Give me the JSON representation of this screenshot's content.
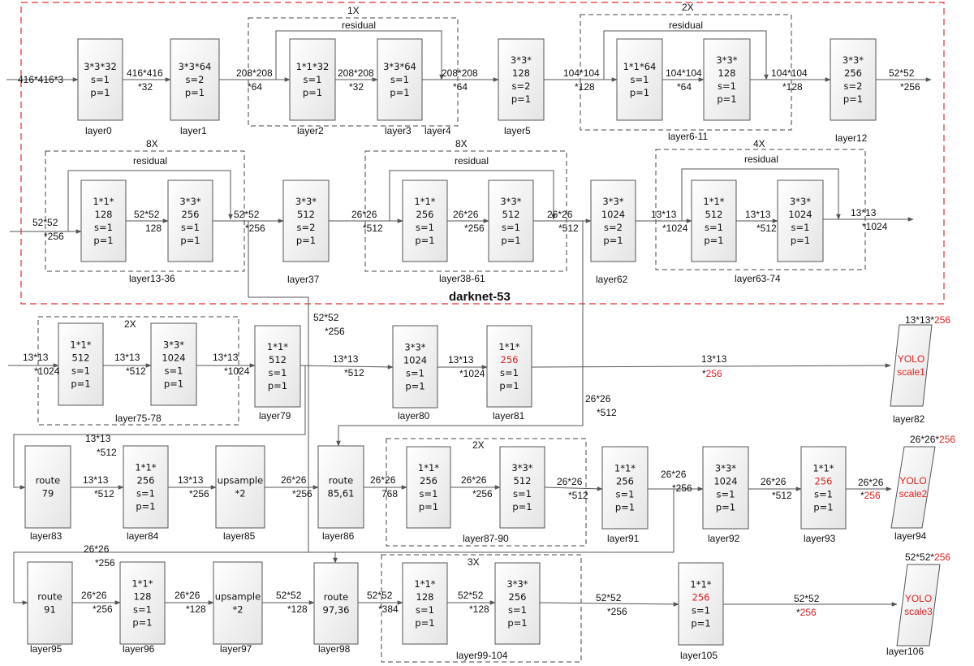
{
  "diagram_title": "darknet-53",
  "blocks": {
    "b0": [
      "3*3*32",
      "s=1",
      "p=1"
    ],
    "b1": [
      "3*3*64",
      "s=2",
      "p=1"
    ],
    "b2": [
      "1*1*32",
      "s=1",
      "p=1"
    ],
    "b3": [
      "3*3*64",
      "s=1",
      "p=1"
    ],
    "b5": [
      "3*3*",
      "128",
      "s=2",
      "p=1"
    ],
    "b6": [
      "1*1*64",
      "s=1",
      "p=1"
    ],
    "b7": [
      "3*3*",
      "128",
      "s=1",
      "p=1"
    ],
    "b12": [
      "3*3*",
      "256",
      "s=2",
      "p=1"
    ],
    "b13": [
      "1*1*",
      "128",
      "s=1",
      "p=1"
    ],
    "b14": [
      "3*3*",
      "256",
      "s=1",
      "p=1"
    ],
    "b37": [
      "3*3*",
      "512",
      "s=2",
      "p=1"
    ],
    "b38": [
      "1*1*",
      "256",
      "s=1",
      "p=1"
    ],
    "b39": [
      "3*3*",
      "512",
      "s=1",
      "p=1"
    ],
    "b62": [
      "3*3*",
      "1024",
      "s=2",
      "p=1"
    ],
    "b63": [
      "1*1*",
      "512",
      "s=1",
      "p=1"
    ],
    "b64": [
      "3*3*",
      "1024",
      "s=1",
      "p=1"
    ],
    "b75": [
      "1*1*",
      "512",
      "s=1",
      "p=1"
    ],
    "b76": [
      "3*3*",
      "1024",
      "s=1",
      "p=1"
    ],
    "b79": [
      "1*1*",
      "512",
      "s=1",
      "p=1"
    ],
    "b80": [
      "3*3*",
      "1024",
      "s=1",
      "p=1"
    ],
    "b81": [
      "1*1*",
      "256",
      "s=1",
      "p=1"
    ],
    "b83": [
      "route",
      "79"
    ],
    "b84": [
      "1*1*",
      "256",
      "s=1",
      "p=1"
    ],
    "b85": [
      "upsample",
      "*2"
    ],
    "b86": [
      "route",
      "85,61"
    ],
    "b87": [
      "1*1*",
      "256",
      "s=1",
      "p=1"
    ],
    "b88": [
      "3*3*",
      "512",
      "s=1",
      "p=1"
    ],
    "b91": [
      "1*1*",
      "256",
      "s=1",
      "p=1"
    ],
    "b92": [
      "3*3*",
      "1024",
      "s=1",
      "p=1"
    ],
    "b93": [
      "1*1*",
      "256",
      "s=1",
      "p=1"
    ],
    "b95": [
      "route",
      "91"
    ],
    "b96": [
      "1*1*",
      "128",
      "s=1",
      "p=1"
    ],
    "b97": [
      "upsample",
      "*2"
    ],
    "b98": [
      "route",
      "97,36"
    ],
    "b99": [
      "1*1*",
      "128",
      "s=1",
      "p=1"
    ],
    "b100": [
      "3*3*",
      "256",
      "s=1",
      "p=1"
    ],
    "b105": [
      "1*1*",
      "256",
      "s=1",
      "p=1"
    ],
    "y82": [
      "YOLO",
      "scale1"
    ],
    "y94": [
      "YOLO",
      "scale2"
    ],
    "y106": [
      "YOLO",
      "scale3"
    ]
  },
  "captions": {
    "c0": "layer0",
    "c1": "layer1",
    "c2": "layer2",
    "c3": "layer3",
    "c4": "layer4",
    "c5": "layer5",
    "c6": "layer6-11",
    "c12": "layer12",
    "c13": "layer13-36",
    "c37": "layer37",
    "c38": "layer38-61",
    "c62": "layer62",
    "c63": "layer63-74",
    "c75": "layer75-78",
    "c79": "layer79",
    "c80": "layer80",
    "c81": "layer81",
    "c82": "layer82",
    "c83": "layer83",
    "c84": "layer84",
    "c85": "layer85",
    "c86": "layer86",
    "c87": "layer87-90",
    "c91": "layer91",
    "c92": "layer92",
    "c93": "layer93",
    "c94": "layer94",
    "c95": "layer95",
    "c96": "layer96",
    "c97": "layer97",
    "c98": "layer98",
    "c99": "layer99-104",
    "c105": "layer105",
    "c106": "layer106"
  },
  "group_titles": {
    "g1": "1X",
    "g2": "2X",
    "g3": "8X",
    "g4": "8X",
    "g5": "4X",
    "g6": "2X",
    "g7": "2X",
    "g8": "3X",
    "r1": "residual",
    "r2": "residual",
    "r3": "residual",
    "r4": "residual",
    "r5": "residual"
  },
  "edge_labels": {
    "e1": [
      "416*416*3"
    ],
    "e2": [
      "416*416",
      "*32"
    ],
    "e3": [
      "208*208",
      "*64"
    ],
    "e4": [
      "208*208",
      "*32"
    ],
    "e5": [
      "208*208",
      "*64"
    ],
    "e6": [
      "104*104",
      "*128"
    ],
    "e7": [
      "104*104",
      "*64"
    ],
    "e8": [
      "104*104",
      "*128"
    ],
    "e9": [
      "52*52",
      "*256"
    ],
    "e10": [
      "52*52",
      "*256"
    ],
    "e11": [
      "52*52",
      "128"
    ],
    "e12": [
      "52*52",
      "*256"
    ],
    "e13": [
      "26*26",
      "*512"
    ],
    "e14": [
      "26*26",
      "*256"
    ],
    "e15": [
      "26*26",
      "*512"
    ],
    "e16": [
      "13*13",
      "*1024"
    ],
    "e17": [
      "13*13",
      "*512"
    ],
    "e18": [
      "13*13",
      "*1024"
    ],
    "e19": [
      "52*52",
      "*256"
    ],
    "e20": [
      "13*13",
      "*1024"
    ],
    "e21": [
      "13*13",
      "*512"
    ],
    "e22": [
      "13*13",
      "*1024"
    ],
    "e23": [
      "13*13",
      "*512"
    ],
    "e24": [
      "13*13",
      "*1024"
    ],
    "e25a": "13*13",
    "e25b": "*",
    "e25c": "256",
    "e26": [
      "26*26",
      "*512"
    ],
    "e27": [
      "13*13",
      "*512"
    ],
    "e28": [
      "13*13",
      "*512"
    ],
    "e29": [
      "13*13",
      "*256"
    ],
    "e30": [
      "26*26",
      "*256"
    ],
    "e31": [
      "26*26",
      "768"
    ],
    "e32": [
      "26*26",
      "*256"
    ],
    "e33": [
      "26*26",
      "*512"
    ],
    "e34": [
      "26*26",
      "*256"
    ],
    "e35": [
      "26*26",
      "*512"
    ],
    "e36a": "26*26",
    "e36b": "*",
    "e36c": "256",
    "e37": [
      "26*26",
      "*256"
    ],
    "e38": [
      "26*26",
      "*256"
    ],
    "e39": [
      "26*26",
      "*128"
    ],
    "e40": [
      "52*52",
      "*128"
    ],
    "e41": [
      "52*52",
      "*384"
    ],
    "e42": [
      "52*52",
      "*128"
    ],
    "e43": [
      "52*52",
      "*256"
    ],
    "e44a": "52*52",
    "e44b": "*",
    "e44c": "256",
    "o82a": "13*13*",
    "o82b": "256",
    "o94a": "26*26*",
    "o94b": "256",
    "o106a": "52*52*",
    "o106b": "256"
  },
  "colors": {
    "accent_red": "#e02020",
    "darknet_border": "#e03030"
  }
}
